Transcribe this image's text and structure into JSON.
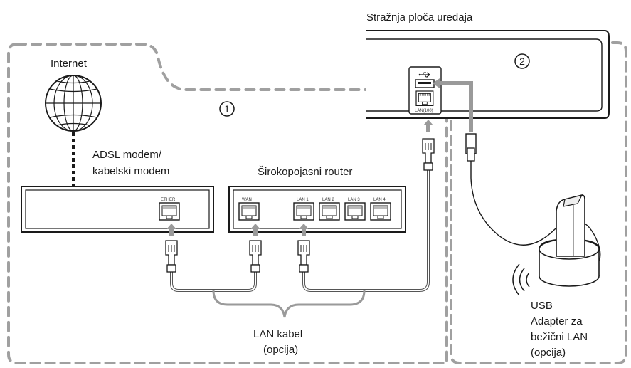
{
  "labels": {
    "rear_panel": "Stražnja ploča uređaja",
    "internet": "Internet",
    "modem_line1": "ADSL modem/",
    "modem_line2": "kabelski modem",
    "router": "Širokopojasni router",
    "circle_1": "1",
    "circle_2": "2",
    "lan_cable_line1": "LAN kabel",
    "lan_cable_line2": "(opcija)",
    "usb_line1": "USB",
    "usb_line2": "Adapter za",
    "usb_line3": "bežični LAN",
    "usb_line4": "(opcija)"
  },
  "ports": {
    "modem": "ETHER",
    "router_wan": "WAN",
    "router_lan": [
      "LAN 1",
      "LAN 2",
      "LAN 3",
      "LAN 4"
    ],
    "device_lan": "LAN(100)"
  },
  "colors": {
    "dashed_region": "#a0a0a0",
    "arrow": "#9a9a9a",
    "outline": "#1a1a1a"
  }
}
